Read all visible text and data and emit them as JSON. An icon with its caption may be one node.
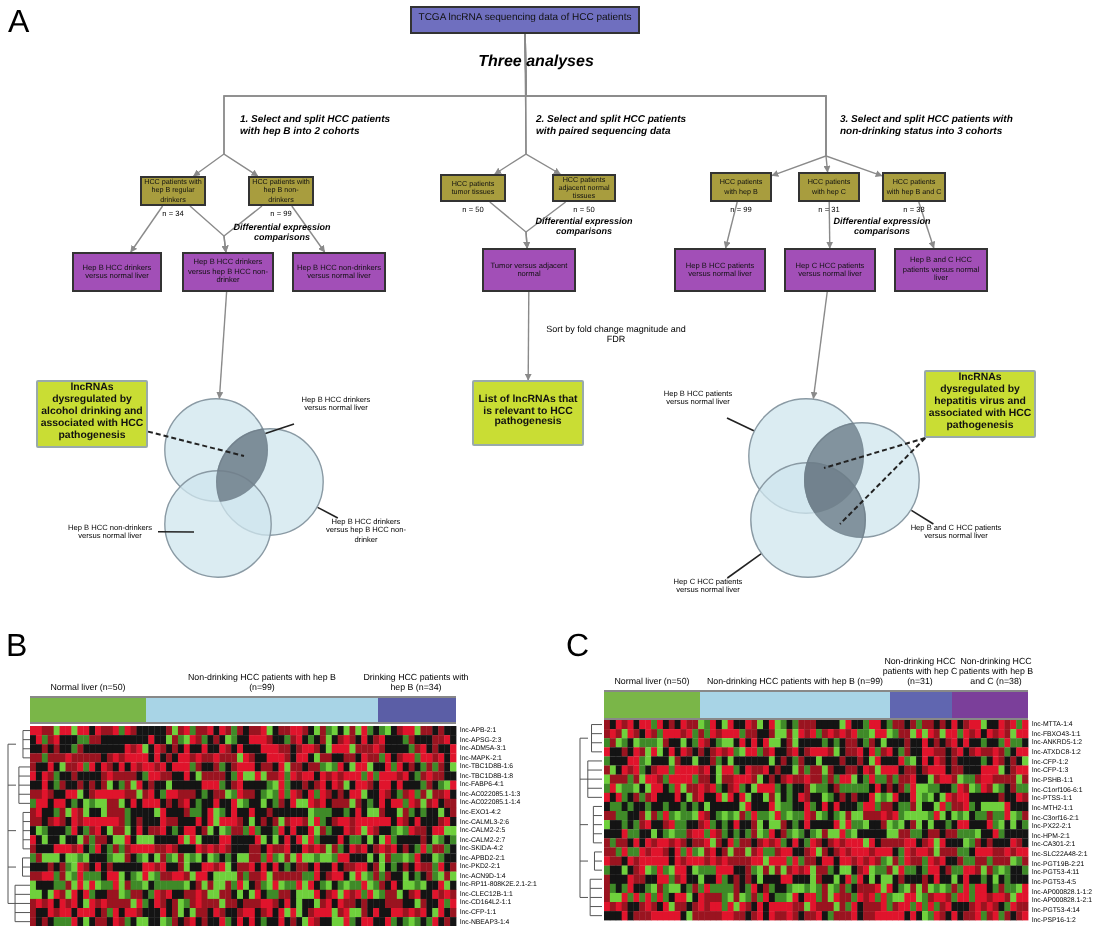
{
  "diagram": {
    "nodes": [
      {
        "text": [
          "TCGA lncRNA sequencing data of HCC patients"
        ]
      },
      {
        "text": [
          "HCC patients with hep B regular drinkers"
        ],
        "beside": [
          "n = 34"
        ]
      },
      {
        "text": [
          "HCC patients with hep B non-drinkers"
        ],
        "beside": [
          "n = 99"
        ]
      },
      {
        "text": [
          "Hep B HCC drinkers versus normal liver"
        ]
      },
      {
        "text": [
          "Hep B HCC drinkers versus hep B HCC non-drinker"
        ]
      },
      {
        "text": [
          "Hep B HCC non-drinkers versus normal liver"
        ]
      },
      {
        "text": [
          "HCC patients tumor tissues"
        ],
        "beside": [
          "n = 50"
        ]
      },
      {
        "text": [
          "HCC patients adjacent normal tissues"
        ],
        "beside": [
          "n = 50"
        ]
      },
      {
        "text": [
          "Tumor versus adjacent normal"
        ]
      },
      {
        "text": [
          "HCC patients with hep B"
        ],
        "beside": [
          "n = 99"
        ]
      },
      {
        "text": [
          "HCC patients with hep C"
        ],
        "beside": [
          "n = 31"
        ]
      },
      {
        "text": [
          "HCC patients with hep B and C"
        ],
        "beside": [
          "n = 38"
        ]
      },
      {
        "text": [
          "Hep B HCC patients versus normal liver"
        ]
      },
      {
        "text": [
          "Hep C HCC patients versus normal liver"
        ]
      },
      {
        "text": [
          "Hep B and C HCC patients versus normal liver"
        ]
      },
      {
        "text": [
          "lncRNAs dysregulated by alcohol drinking and associated with HCC pathogenesis"
        ]
      },
      {
        "text": [
          "List of lncRNAs that is relevant to HCC pathogenesis"
        ]
      },
      {
        "text": [
          "lncRNAs dysregulated by hepatitis virus and associated with HCC pathogenesis"
        ]
      },
      {
        "text": [],
        "shape": "circle"
      },
      {
        "text": [],
        "shape": "circle"
      },
      {
        "text": [],
        "shape": "circle"
      },
      {
        "text": [
          "Hep B HCC drinkers versus normal liver"
        ]
      },
      {
        "text": [
          "Hep B HCC non-drinkers versus normal liver"
        ]
      },
      {
        "text": [
          "Hep B HCC drinkers versus hep B HCC non-drinker"
        ]
      },
      {
        "text": [],
        "shape": "circle"
      },
      {
        "text": [],
        "shape": "circle"
      },
      {
        "text": [],
        "shape": "circle"
      },
      {
        "text": [
          "Hep B HCC patients versus normal liver"
        ]
      },
      {
        "text": [
          "Hep B and C HCC patients versus normal liver"
        ]
      },
      {
        "text": [
          "Hep C HCC patients versus normal liver"
        ]
      },
      {
        "text": [],
        "shape": "region"
      },
      {
        "text": [],
        "shape": "region"
      }
    ],
    "edges": [
      {
        "from": 0,
        "to": 1,
        "arrow": "to"
      },
      {
        "from": 0,
        "to": 2,
        "arrow": "to"
      },
      {
        "from": 0,
        "to": 6,
        "arrow": "to"
      },
      {
        "from": 0,
        "to": 7,
        "arrow": "to"
      },
      {
        "from": 0,
        "to": 9,
        "arrow": "to"
      },
      {
        "from": 0,
        "to": 10,
        "arrow": "to"
      },
      {
        "from": 0,
        "to": 11,
        "arrow": "to"
      },
      {
        "from": 1,
        "to": 3,
        "arrow": "to"
      },
      {
        "from": 1,
        "to": 4,
        "arrow": "to"
      },
      {
        "from": 2,
        "to": 4,
        "arrow": "to"
      },
      {
        "from": 2,
        "to": 5,
        "arrow": "to"
      },
      {
        "from": 6,
        "to": 8,
        "arrow": "to"
      },
      {
        "from": 7,
        "to": 8,
        "arrow": "to"
      },
      {
        "from": 9,
        "to": 12,
        "arrow": "to"
      },
      {
        "from": 10,
        "to": 13,
        "arrow": "to"
      },
      {
        "from": 11,
        "to": 14,
        "arrow": "to"
      },
      {
        "from": 4,
        "to": 18,
        "arrow": "to"
      },
      {
        "from": 8,
        "to": 16,
        "arrow": "to"
      },
      {
        "from": 13,
        "to": 24,
        "arrow": "to"
      },
      {
        "from": 21,
        "to": 18,
        "arrow": "none",
        "color": "#222222"
      },
      {
        "from": 22,
        "to": 20,
        "arrow": "none",
        "color": "#222222"
      },
      {
        "from": 23,
        "to": 19,
        "arrow": "none",
        "color": "#222222"
      },
      {
        "from": 27,
        "to": 24,
        "arrow": "none",
        "color": "#222222"
      },
      {
        "from": 28,
        "to": 25,
        "arrow": "none",
        "color": "#222222"
      },
      {
        "from": 29,
        "to": 26,
        "arrow": "none",
        "color": "#222222"
      },
      {
        "from": 15,
        "to": 30,
        "arrow": "none",
        "style": "dashed",
        "color": "#222222"
      },
      {
        "from": 17,
        "to": 31,
        "arrow": "none",
        "style": "dashed",
        "color": "#222222"
      },
      {
        "from": 17,
        "to": 31,
        "arrow": "none",
        "style": "dashed",
        "color": "#222222"
      }
    ],
    "labels": [
      "A",
      "Three analyses",
      "1. Select and split HCC patients with hep B into 2 cohorts",
      "2. Select and split HCC patients with paired sequencing data",
      "3. Select and split HCC patients with non-drinking status into 3 cohorts",
      "Differential expression comparisons",
      "Differential expression comparisons",
      "Differential expression comparisons",
      "Sort by fold change magnitude and FDR",
      "B",
      "lnc-APB-2:1",
      "lnc-APSG-2:3",
      "lnc-ADM5A-3:1",
      "lnc-MAPK-2:1",
      "lnc-TBC1D8B-1:6",
      "lnc-TBC1D8B-1:8",
      "lnc-FABP6-4:1",
      "lnc-AC022085.1-1:3",
      "lnc-AC022085.1-1:4",
      "lnc-EXO1-4:2",
      "lnc-CALML3-2:6",
      "lnc-CALM2-2:5",
      "lnc-CALM2-2:7",
      "lnc-SKIDA-4:2",
      "lnc-APBD2-2:1",
      "lnc-PKD2-2:1",
      "lnc-ACN9D-1:4",
      "lnc-RP11-808K2E.2.1-2:1",
      "lnc-CLEC12B-1:1",
      "lnc-CD164L2-1:1",
      "lnc-CFP-1:1",
      "lnc-NBEAP3-1:4",
      "C",
      "lnc-MTTA-1:4",
      "lnc-FBXO43-1:1",
      "lnc-ANKRD5-1:2",
      "lnc-ATXDC8-1:2",
      "lnc-CFP-1:2",
      "lnc-CFP-1:3",
      "lnc-PSHB-1:1",
      "lnc-C1orf106-6:1",
      "lnc-PTSS-1:1",
      "lnc-MTH2-1:1",
      "lnc-C3orf16-2:1",
      "lnc-PX22-2:1",
      "lnc-HPM-2:1",
      "lnc-CA301-2:1",
      "lnc-SLC22A48-2:1",
      "lnc-PGT19B-2:21",
      "lnc-PGT53-4:11",
      "lnc-PGT53-4:5",
      "lnc-AP000828.1-1:2",
      "lnc-AP000828.1-2:1",
      "lnc-PGT53-4:14",
      "lnc-PSP16-1:2"
    ],
    "legend": [
      {
        "text": "Normal liver (n=50)",
        "color": "#7ab648"
      },
      {
        "text": "Non-drinking HCC patients with hep B (n=99)",
        "color": "#a8d4e6"
      },
      {
        "text": "Drinking HCC patients with hep B (n=34)",
        "color": "#5b5ea6"
      },
      {
        "text": "Normal liver (n=50)",
        "color": "#7ab648"
      },
      {
        "text": "Non-drinking HCC patients with hep B (n=99)",
        "color": "#a8d4e6"
      },
      {
        "text": "Non-drinking HCC patients with hep C (n=31)",
        "color": "#6066b0"
      },
      {
        "text": "Non-drinking HCC patients with hep B and C (n=38)",
        "color": "#7b3f9a"
      }
    ]
  }
}
